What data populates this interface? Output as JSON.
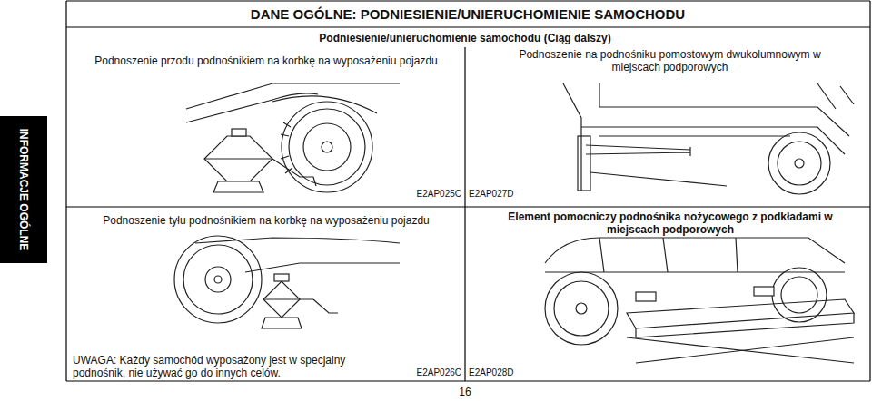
{
  "diagram": {
    "title": "DANE OGÓLNE: PODNIESIENIE/UNIERUCHOMIENIE SAMOCHODU",
    "nodes": [
      {
        "text": [
          "INFORMACJE OGÓLNE"
        ]
      }
    ],
    "labels": [
      "Podniesienie/unieruchomienie samochodu (Ciąg dalszy)",
      "Podnoszenie przodu podnośnikiem na korbkę na wyposażeniu pojazdu",
      "Podnoszenie na podnośniku pomostowym dwukolumnowym w miejscach podporowych",
      "E2AP025C",
      "E2AP027D",
      "Podnoszenie tyłu podnośnikiem na korbkę na wyposażeniu pojazdu",
      "Element pomocniczy podnośnika nożycowego z podkładami w miejscach podporowych",
      "UWAGA: Każdy samochód wyposażony jest w specjalny podnośnik, nie używać go do innych celów.",
      "E2AP026C",
      "E2AP028D",
      "16"
    ]
  }
}
